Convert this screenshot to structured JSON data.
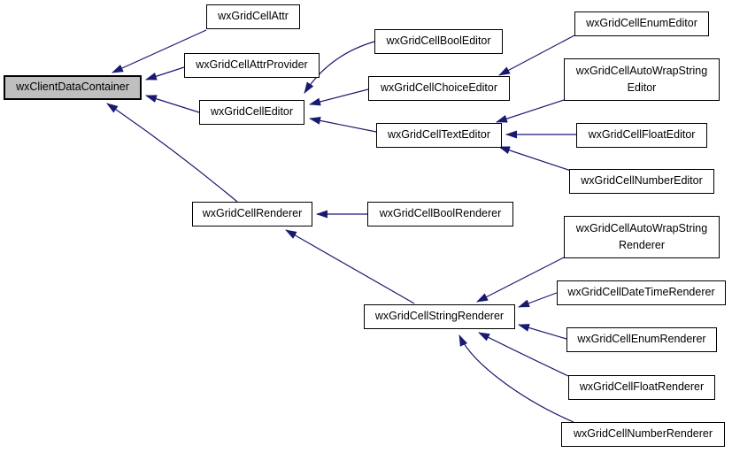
{
  "diagram": {
    "type": "class-inheritance-graph",
    "colors": {
      "background": "#ffffff",
      "edge": "#191970",
      "node_border": "#000000",
      "node_fill": "#ffffff",
      "highlighted_node_fill": "#bfbfbf",
      "text": "#000000"
    },
    "nodes": [
      {
        "id": "wxClientDataContainer",
        "label": "wxClientDataContainer",
        "highlighted": true
      },
      {
        "id": "wxGridCellAttr",
        "label": "wxGridCellAttr",
        "highlighted": false
      },
      {
        "id": "wxGridCellAttrProvider",
        "label": "wxGridCellAttrProvider",
        "highlighted": false
      },
      {
        "id": "wxGridCellEditor",
        "label": "wxGridCellEditor",
        "highlighted": false
      },
      {
        "id": "wxGridCellBoolEditor",
        "label": "wxGridCellBoolEditor",
        "highlighted": false
      },
      {
        "id": "wxGridCellChoiceEditor",
        "label": "wxGridCellChoiceEditor",
        "highlighted": false
      },
      {
        "id": "wxGridCellTextEditor",
        "label": "wxGridCellTextEditor",
        "highlighted": false
      },
      {
        "id": "wxGridCellEnumEditor",
        "label": "wxGridCellEnumEditor",
        "highlighted": false
      },
      {
        "id": "wxGridCellAutoWrapStringEditor",
        "label": "wxGridCellAutoWrapString\nEditor",
        "highlighted": false
      },
      {
        "id": "wxGridCellFloatEditor",
        "label": "wxGridCellFloatEditor",
        "highlighted": false
      },
      {
        "id": "wxGridCellNumberEditor",
        "label": "wxGridCellNumberEditor",
        "highlighted": false
      },
      {
        "id": "wxGridCellRenderer",
        "label": "wxGridCellRenderer",
        "highlighted": false
      },
      {
        "id": "wxGridCellBoolRenderer",
        "label": "wxGridCellBoolRenderer",
        "highlighted": false
      },
      {
        "id": "wxGridCellStringRenderer",
        "label": "wxGridCellStringRenderer",
        "highlighted": false
      },
      {
        "id": "wxGridCellAutoWrapStringRenderer",
        "label": "wxGridCellAutoWrapString\nRenderer",
        "highlighted": false
      },
      {
        "id": "wxGridCellDateTimeRenderer",
        "label": "wxGridCellDateTimeRenderer",
        "highlighted": false
      },
      {
        "id": "wxGridCellEnumRenderer",
        "label": "wxGridCellEnumRenderer",
        "highlighted": false
      },
      {
        "id": "wxGridCellFloatRenderer",
        "label": "wxGridCellFloatRenderer",
        "highlighted": false
      },
      {
        "id": "wxGridCellNumberRenderer",
        "label": "wxGridCellNumberRenderer",
        "highlighted": false
      }
    ],
    "edges": [
      {
        "from": "wxGridCellAttr",
        "to": "wxClientDataContainer"
      },
      {
        "from": "wxGridCellAttrProvider",
        "to": "wxClientDataContainer"
      },
      {
        "from": "wxGridCellEditor",
        "to": "wxClientDataContainer"
      },
      {
        "from": "wxGridCellRenderer",
        "to": "wxClientDataContainer"
      },
      {
        "from": "wxGridCellBoolEditor",
        "to": "wxGridCellEditor"
      },
      {
        "from": "wxGridCellChoiceEditor",
        "to": "wxGridCellEditor"
      },
      {
        "from": "wxGridCellTextEditor",
        "to": "wxGridCellEditor"
      },
      {
        "from": "wxGridCellEnumEditor",
        "to": "wxGridCellChoiceEditor"
      },
      {
        "from": "wxGridCellAutoWrapStringEditor",
        "to": "wxGridCellTextEditor"
      },
      {
        "from": "wxGridCellFloatEditor",
        "to": "wxGridCellTextEditor"
      },
      {
        "from": "wxGridCellNumberEditor",
        "to": "wxGridCellTextEditor"
      },
      {
        "from": "wxGridCellBoolRenderer",
        "to": "wxGridCellRenderer"
      },
      {
        "from": "wxGridCellStringRenderer",
        "to": "wxGridCellRenderer"
      },
      {
        "from": "wxGridCellAutoWrapStringRenderer",
        "to": "wxGridCellStringRenderer"
      },
      {
        "from": "wxGridCellDateTimeRenderer",
        "to": "wxGridCellStringRenderer"
      },
      {
        "from": "wxGridCellEnumRenderer",
        "to": "wxGridCellStringRenderer"
      },
      {
        "from": "wxGridCellFloatRenderer",
        "to": "wxGridCellStringRenderer"
      },
      {
        "from": "wxGridCellNumberRenderer",
        "to": "wxGridCellStringRenderer"
      }
    ]
  }
}
